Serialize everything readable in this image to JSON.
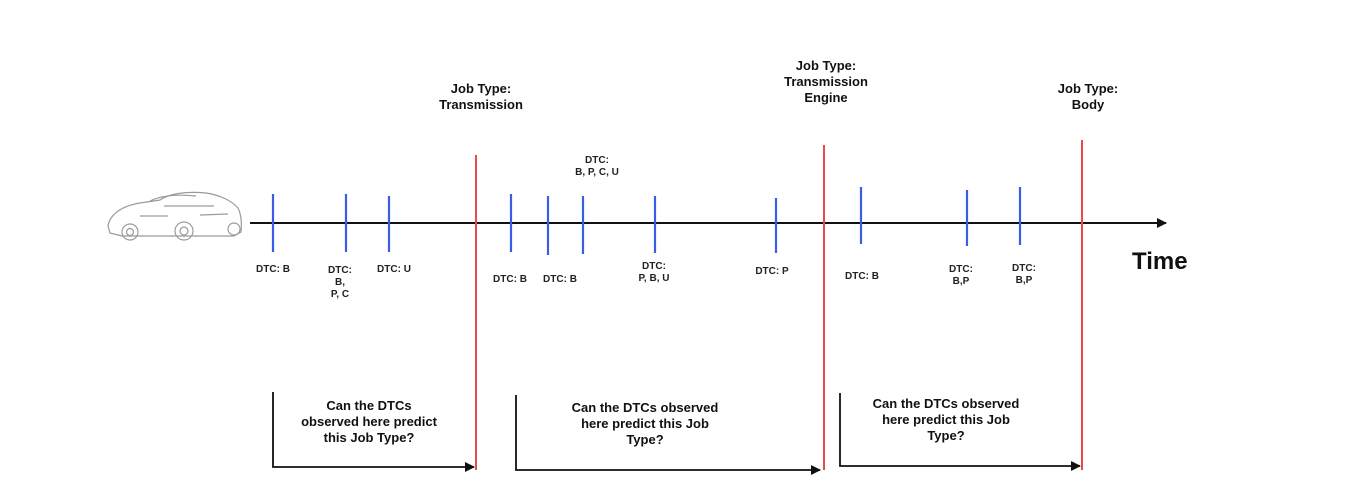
{
  "axis_label": "Time",
  "colors": {
    "event_tick": "#3a5ce6",
    "job_line": "#e84a4a",
    "axis": "#111111",
    "car": "#9a9a9a"
  },
  "icons": {
    "vehicle": "car-icon"
  },
  "job_types": [
    {
      "label": [
        "Job Type:",
        "Transmission"
      ]
    },
    {
      "label": [
        "Job Type:",
        "Transmission",
        "Engine"
      ]
    },
    {
      "label": [
        "Job Type:",
        "Body"
      ]
    }
  ],
  "dtc_events": [
    {
      "label": [
        "DTC: B"
      ]
    },
    {
      "label": [
        "DTC:",
        "B,",
        "P, C"
      ]
    },
    {
      "label": [
        "DTC: U"
      ]
    },
    {
      "label": [
        "DTC: B"
      ]
    },
    {
      "label": [
        "DTC: B"
      ]
    },
    {
      "label": [
        "DTC:",
        "B, P, C, U"
      ]
    },
    {
      "label": [
        "DTC:",
        "P, B, U"
      ]
    },
    {
      "label": [
        "DTC: P"
      ]
    },
    {
      "label": [
        "DTC: B"
      ]
    },
    {
      "label": [
        "DTC:",
        "B,P"
      ]
    },
    {
      "label": [
        "DTC:",
        "B,P"
      ]
    }
  ],
  "questions": [
    {
      "text": [
        "Can the DTCs",
        "observed here predict",
        "this Job Type?"
      ]
    },
    {
      "text": [
        "Can the DTCs observed",
        "here predict this Job",
        "Type?"
      ]
    },
    {
      "text": [
        "Can the DTCs observed",
        "here predict this Job",
        "Type?"
      ]
    }
  ]
}
